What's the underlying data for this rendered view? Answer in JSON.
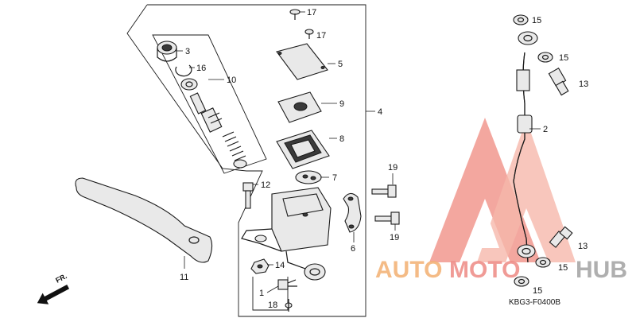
{
  "diagram_code": "KBG3-F0400B",
  "direction_label": "FR.",
  "watermark": {
    "part1": "AUTO",
    "part2": "MOTO",
    "part3": "HUB"
  },
  "colors": {
    "watermark_triangle": "#f08a80",
    "watermark_auto": "#f3b072",
    "watermark_hub": "#a7a7a7"
  },
  "callouts": {
    "c1": "1",
    "c2": "2",
    "c3": "3",
    "c4": "4",
    "c5": "5",
    "c6": "6",
    "c7": "7",
    "c8": "8",
    "c9": "9",
    "c10": "10",
    "c11": "11",
    "c12": "12",
    "c13a": "13",
    "c13b": "13",
    "c14": "14",
    "c15a": "15",
    "c15b": "15",
    "c15c": "15",
    "c15d": "15",
    "c16": "16",
    "c17a": "17",
    "c17b": "17",
    "c18": "18",
    "c19a": "19",
    "c19b": "19"
  }
}
